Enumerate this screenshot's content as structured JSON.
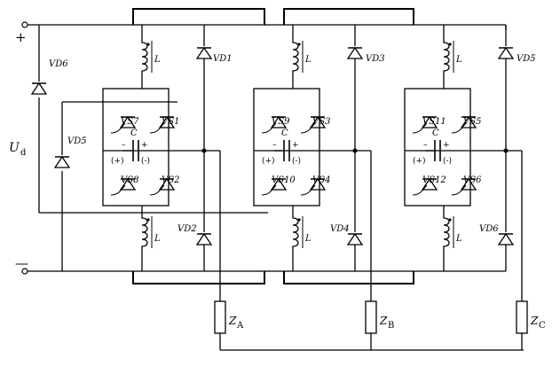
{
  "supply": {
    "plus": "+",
    "minus": "—",
    "voltage": "U",
    "voltage_sub": "d"
  },
  "diodes": {
    "vd6_left": "VD6",
    "vd5_left": "VD5",
    "vd1": "VD1",
    "vd2": "VD2",
    "vd3": "VD3",
    "vd4": "VD4",
    "vd5": "VD5",
    "vd6": "VD6"
  },
  "inductor_label": "L",
  "modules": [
    {
      "sw_tl": "VS7",
      "sw_tr": "VS1",
      "sw_bl": "VS8",
      "sw_br": "VS2",
      "cap": "C",
      "cap_minus": "–",
      "cap_plus": "+",
      "pol_left": "(+)",
      "pol_right": "(-)"
    },
    {
      "sw_tl": "VS9",
      "sw_tr": "VS3",
      "sw_bl": "VS10",
      "sw_br": "VS4",
      "cap": "C",
      "cap_minus": "–",
      "cap_plus": "+",
      "pol_left": "(+)",
      "pol_right": "(-)"
    },
    {
      "sw_tl": "VS11",
      "sw_tr": "VS5",
      "sw_bl": "VS12",
      "sw_br": "VS6",
      "cap": "C",
      "cap_minus": "–",
      "cap_plus": "+",
      "pol_left": "(+)",
      "pol_right": "(-)"
    }
  ],
  "loads": [
    {
      "z": "Z",
      "sub": "A"
    },
    {
      "z": "Z",
      "sub": "B"
    },
    {
      "z": "Z",
      "sub": "C"
    }
  ]
}
